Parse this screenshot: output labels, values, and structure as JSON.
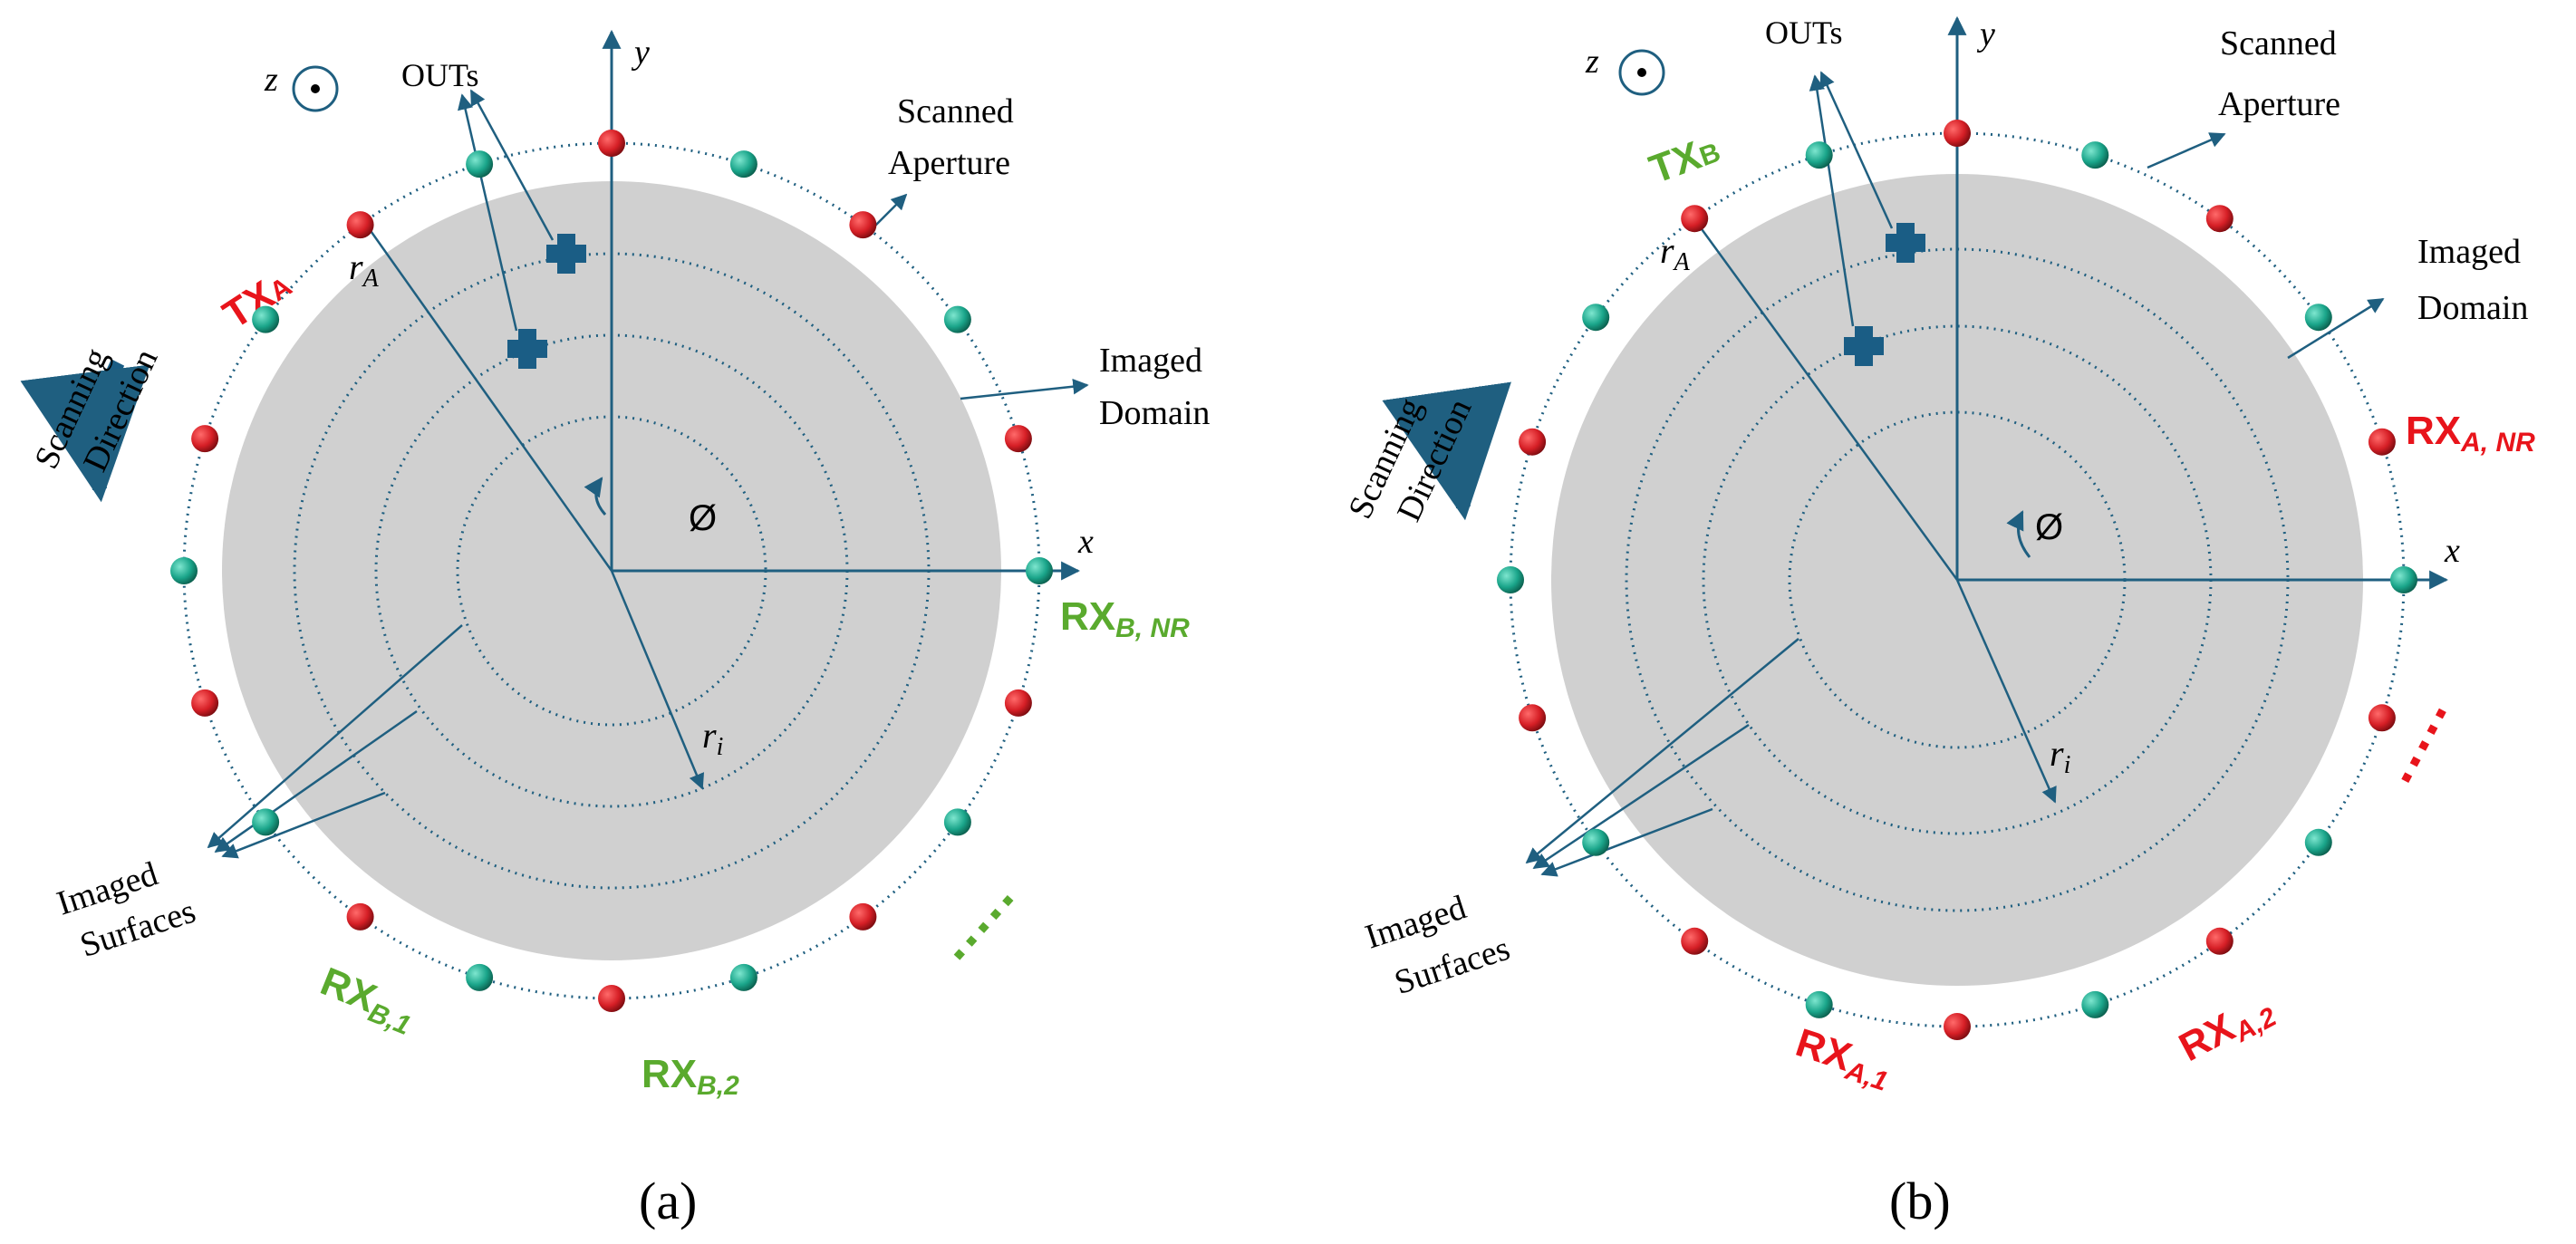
{
  "panels": [
    {
      "id": "a",
      "caption": "(a)",
      "axes": {
        "x": "x",
        "y": "y",
        "z": "z"
      },
      "angle_symbol": "Ø",
      "radius_outer": "r",
      "radius_outer_sub": "A",
      "radius_inner": "r",
      "radius_inner_sub": "i",
      "outs_label": "OUTs",
      "scanned_aperture": [
        "Scanned",
        "Aperture"
      ],
      "imaged_domain": [
        "Imaged",
        "Domain"
      ],
      "scanning_direction": [
        "Scanning",
        "Direction"
      ],
      "imaged_surfaces": [
        "Imaged",
        "Surfaces"
      ],
      "tx": {
        "main": "TX",
        "sub": "A",
        "color": "#e8141b"
      },
      "rx_labels": [
        {
          "main": "RX",
          "sub": "B, NR",
          "color": "#5aaa2e"
        },
        {
          "main": "RX",
          "sub": "B,1",
          "color": "#5aaa2e"
        },
        {
          "main": "RX",
          "sub": "B,2",
          "color": "#5aaa2e"
        }
      ],
      "ellipsis": "·····",
      "ellipsis_color": "#5aaa2e"
    },
    {
      "id": "b",
      "caption": "(b)",
      "axes": {
        "x": "x",
        "y": "y",
        "z": "z"
      },
      "angle_symbol": "Ø",
      "radius_outer": "r",
      "radius_outer_sub": "A",
      "radius_inner": "r",
      "radius_inner_sub": "i",
      "outs_label": "OUTs",
      "scanned_aperture": [
        "Scanned",
        "Aperture"
      ],
      "imaged_domain": [
        "Imaged",
        "Domain"
      ],
      "scanning_direction": [
        "Scanning",
        "Direction"
      ],
      "imaged_surfaces": [
        "Imaged",
        "Surfaces"
      ],
      "tx": {
        "main": "TX",
        "sub": "B",
        "color": "#5aaa2e"
      },
      "rx_labels": [
        {
          "main": "RX",
          "sub": "A, NR",
          "color": "#e8141b"
        },
        {
          "main": "RX",
          "sub": "A,1",
          "color": "#e8141b"
        },
        {
          "main": "RX",
          "sub": "A,2",
          "color": "#e8141b"
        }
      ],
      "ellipsis": "·····",
      "ellipsis_color": "#e8141b"
    }
  ],
  "colors": {
    "domain_fill": "#d0d0d0",
    "line": "#1f5f80",
    "antenna_red": "#d61f26",
    "antenna_green": "#1aa58a",
    "target": "#1a5d85"
  }
}
